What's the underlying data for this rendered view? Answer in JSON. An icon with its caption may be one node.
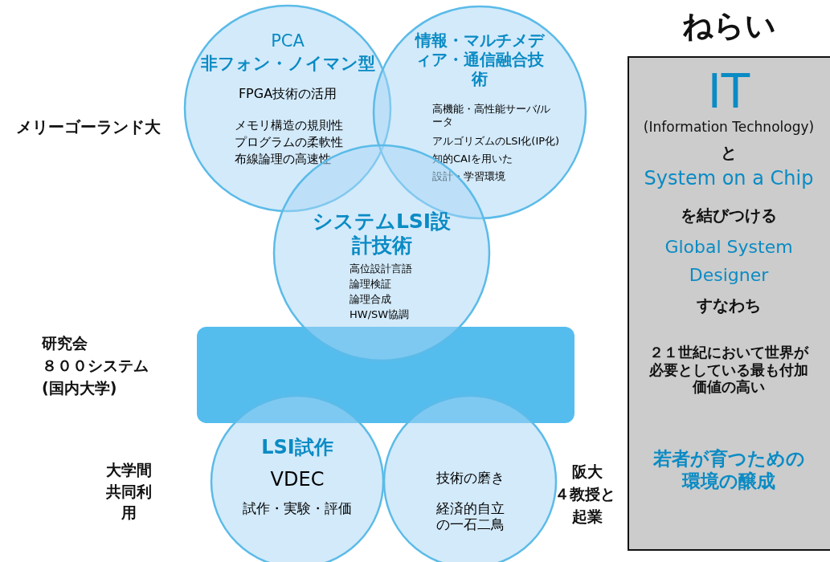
{
  "diagram": {
    "nodes": [
      {
        "text": [
          "PCA",
          "非フォン・ノイマン型",
          "FPGA技術の活用",
          "メモリ構造の規則性",
          "プログラムの柔軟性",
          "布線論理の高速性"
        ]
      },
      {
        "text": [
          "情報・マルチメディア・通信融合技術",
          "高機能・高性能サーバ/ルータ",
          "アルゴリズムのLSI化(IP化)",
          "知的CAIを用いた",
          "設計・学習環境"
        ]
      },
      {
        "text": [
          "システムLSI設計技術",
          "高位設計言語",
          "論理検証",
          "論理合成",
          "HW/SW協調"
        ]
      },
      {
        "text": [],
        "shape": "bar"
      },
      {
        "text": [
          "LSI試作",
          "VDEC",
          "試作・実験・評価"
        ]
      },
      {
        "text": [
          "技術の磨き",
          "経済的自立の一石二鳥"
        ]
      },
      {
        "text": [
          "ねらい",
          "IT",
          "(Information Technology)",
          "と",
          "System on a Chip",
          "を結びつける",
          "Global System Designer",
          "すなわち",
          "２１世紀において世界が必要としている最も付加価値の高い",
          "若者が育つための環境の醸成"
        ]
      }
    ],
    "edges": [],
    "labels": [
      "メリーゴーランド大",
      "研究会",
      "８００システム",
      "(国内大学)",
      "大学間共同利用",
      "阪大",
      "４教授と",
      "起業"
    ]
  }
}
